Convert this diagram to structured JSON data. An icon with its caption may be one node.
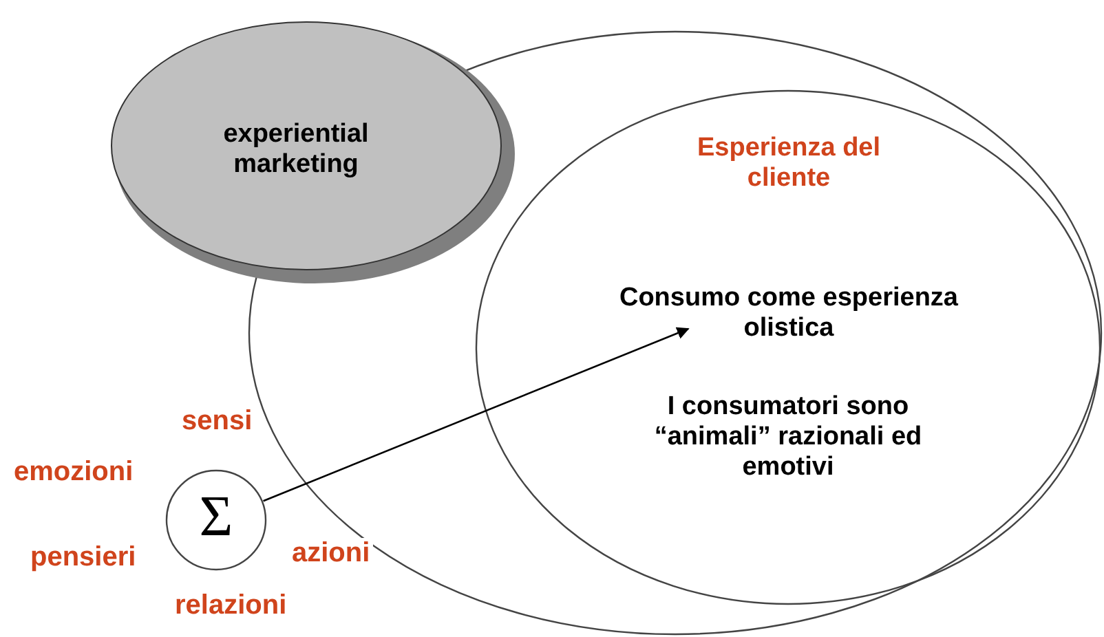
{
  "diagram": {
    "nodes": [
      {
        "text": [],
        "shape": "ellipse"
      },
      {
        "text": [
          "Esperienza del cliente",
          "Consumo come esperienza olistica",
          "I consumatori sono “animali” razionali ed emotivi"
        ],
        "in": 0
      },
      {
        "text": [
          "experiential marketing"
        ]
      },
      {
        "text": [
          "Σ"
        ],
        "beside": [
          "sensi",
          "emozioni",
          "pensieri",
          "azioni",
          "relazioni"
        ]
      }
    ],
    "edges": [
      {
        "from": 3,
        "to": 1,
        "arrow": "to"
      }
    ]
  }
}
